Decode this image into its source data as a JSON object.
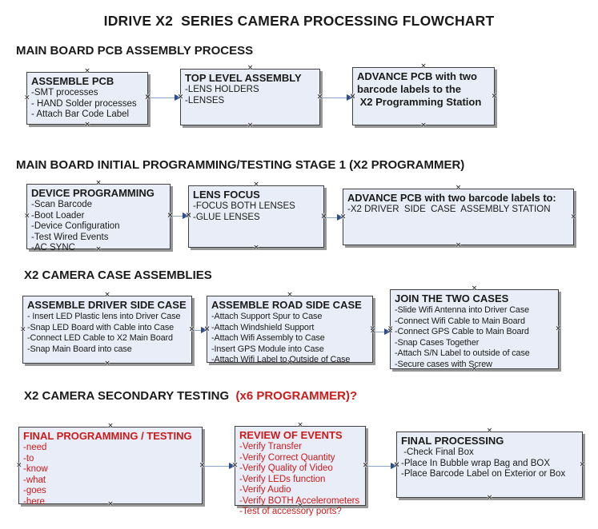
{
  "title": "IDRIVE X2  SERIES CAMERA PROCESSING FLOWCHART",
  "glyphs": {
    "handle": "×"
  },
  "colors": {
    "box_fill": "#e9edf7",
    "box_border": "#404040",
    "box_shadow": "#979797",
    "red": "#cc1a1a",
    "arrow_line": "#8ca4c9",
    "arrow_head": "#2d4d91",
    "ink": "#1a1a1a"
  },
  "sections": [
    {
      "heading": "MAIN BOARD PCB ASSEMBLY PROCESS",
      "boxes": [
        {
          "title": "ASSEMBLE PCB",
          "lines": [
            "-SMT processes",
            "- HAND Solder processes",
            "- Attach Bar Code Label"
          ]
        },
        {
          "title": "TOP LEVEL ASSEMBLY",
          "lines": [
            "-LENS HOLDERS",
            "-LENSES"
          ]
        },
        {
          "title_lines": [
            "ADVANCE PCB with two",
            "barcode labels to the",
            " X2 Programming Station"
          ]
        }
      ]
    },
    {
      "heading": "MAIN BOARD INITIAL PROGRAMMING/TESTING STAGE 1 (X2 PROGRAMMER)",
      "boxes": [
        {
          "title": "DEVICE PROGRAMMING",
          "lines": [
            "-Scan Barcode",
            "-Boot Loader",
            "-Device Configuration",
            "-Test Wired Events",
            "-AC SYNC"
          ]
        },
        {
          "title": "LENS FOCUS",
          "lines": [
            "-FOCUS BOTH LENSES",
            "-GLUE LENSES"
          ]
        },
        {
          "title": "ADVANCE PCB with two barcode labels to:",
          "lines": [
            "-X2 DRIVER  SIDE  CASE  ASSEMBLY STATION"
          ]
        }
      ]
    },
    {
      "heading": "X2 CAMERA CASE ASSEMBLIES",
      "boxes": [
        {
          "title": "ASSEMBLE DRIVER SIDE CASE",
          "lines": [
            "- Insert LED Plastic lens into Driver Case",
            "-Snap LED Board with Cable into Case",
            "-Connect LED Cable to X2 Main Board",
            "-Snap Main Board into case"
          ]
        },
        {
          "title": "ASSEMBLE ROAD SIDE CASE",
          "lines": [
            "-Attach Support Spur to Case",
            "-Attach Windshield Support",
            "-Attach Wifi Assembly to Case",
            "-Insert GPS Module into Case",
            "-Attach Wifi Label to Outside of Case"
          ]
        },
        {
          "title": "JOIN THE TWO CASES",
          "lines": [
            "-Slide Wifi Antenna into Driver Case",
            "-Connect Wifi Cable to Main Board",
            "-Connect GPS Cable to Main Board",
            "-Snap Cases Together",
            "-Attach S/N Label to outside of case",
            "-Secure cases with Screw"
          ]
        }
      ]
    },
    {
      "heading": "X2 CAMERA SECONDARY TESTING  ",
      "heading_red": "(x6 PROGRAMMER)?",
      "boxes": [
        {
          "title": "FINAL PROGRAMMING / TESTING",
          "lines": [
            "-need",
            "-to",
            "-know",
            "-what",
            "-goes",
            "-here"
          ]
        },
        {
          "title": "REVIEW OF EVENTS",
          "lines": [
            "-Verify Transfer",
            "-Verify Correct Quantity",
            "-Verify Quality of Video",
            "-Verify LEDs function",
            "-Verify Audio",
            "-Verify BOTH Accelerometers",
            "-Test of accessory ports?"
          ]
        },
        {
          "title": "FINAL PROCESSING",
          "lines": [
            " -Check Final Box",
            "-Place In Bubble wrap Bag and BOX",
            "-Place Barcode Label on Exterior or Box"
          ]
        }
      ]
    }
  ]
}
